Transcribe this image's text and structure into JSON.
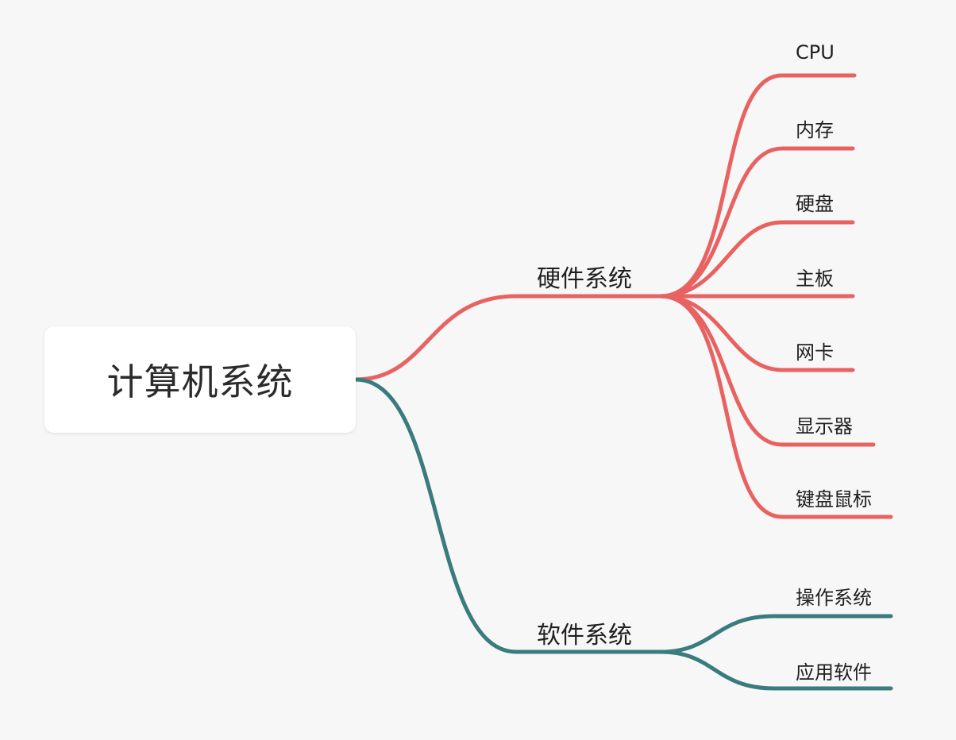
{
  "colors": {
    "background": "#f7f7f7",
    "hardware_branch": "#e86262",
    "software_branch": "#3a7b7e",
    "root_fill": "#ffffff"
  },
  "root": {
    "label": "计算机系统"
  },
  "branches": [
    {
      "label": "硬件系统",
      "children": [
        "CPU",
        "内存",
        "硬盘",
        "主板",
        "网卡",
        "显示器",
        "键盘鼠标"
      ]
    },
    {
      "label": "软件系统",
      "children": [
        "操作系统",
        "应用软件"
      ]
    }
  ]
}
